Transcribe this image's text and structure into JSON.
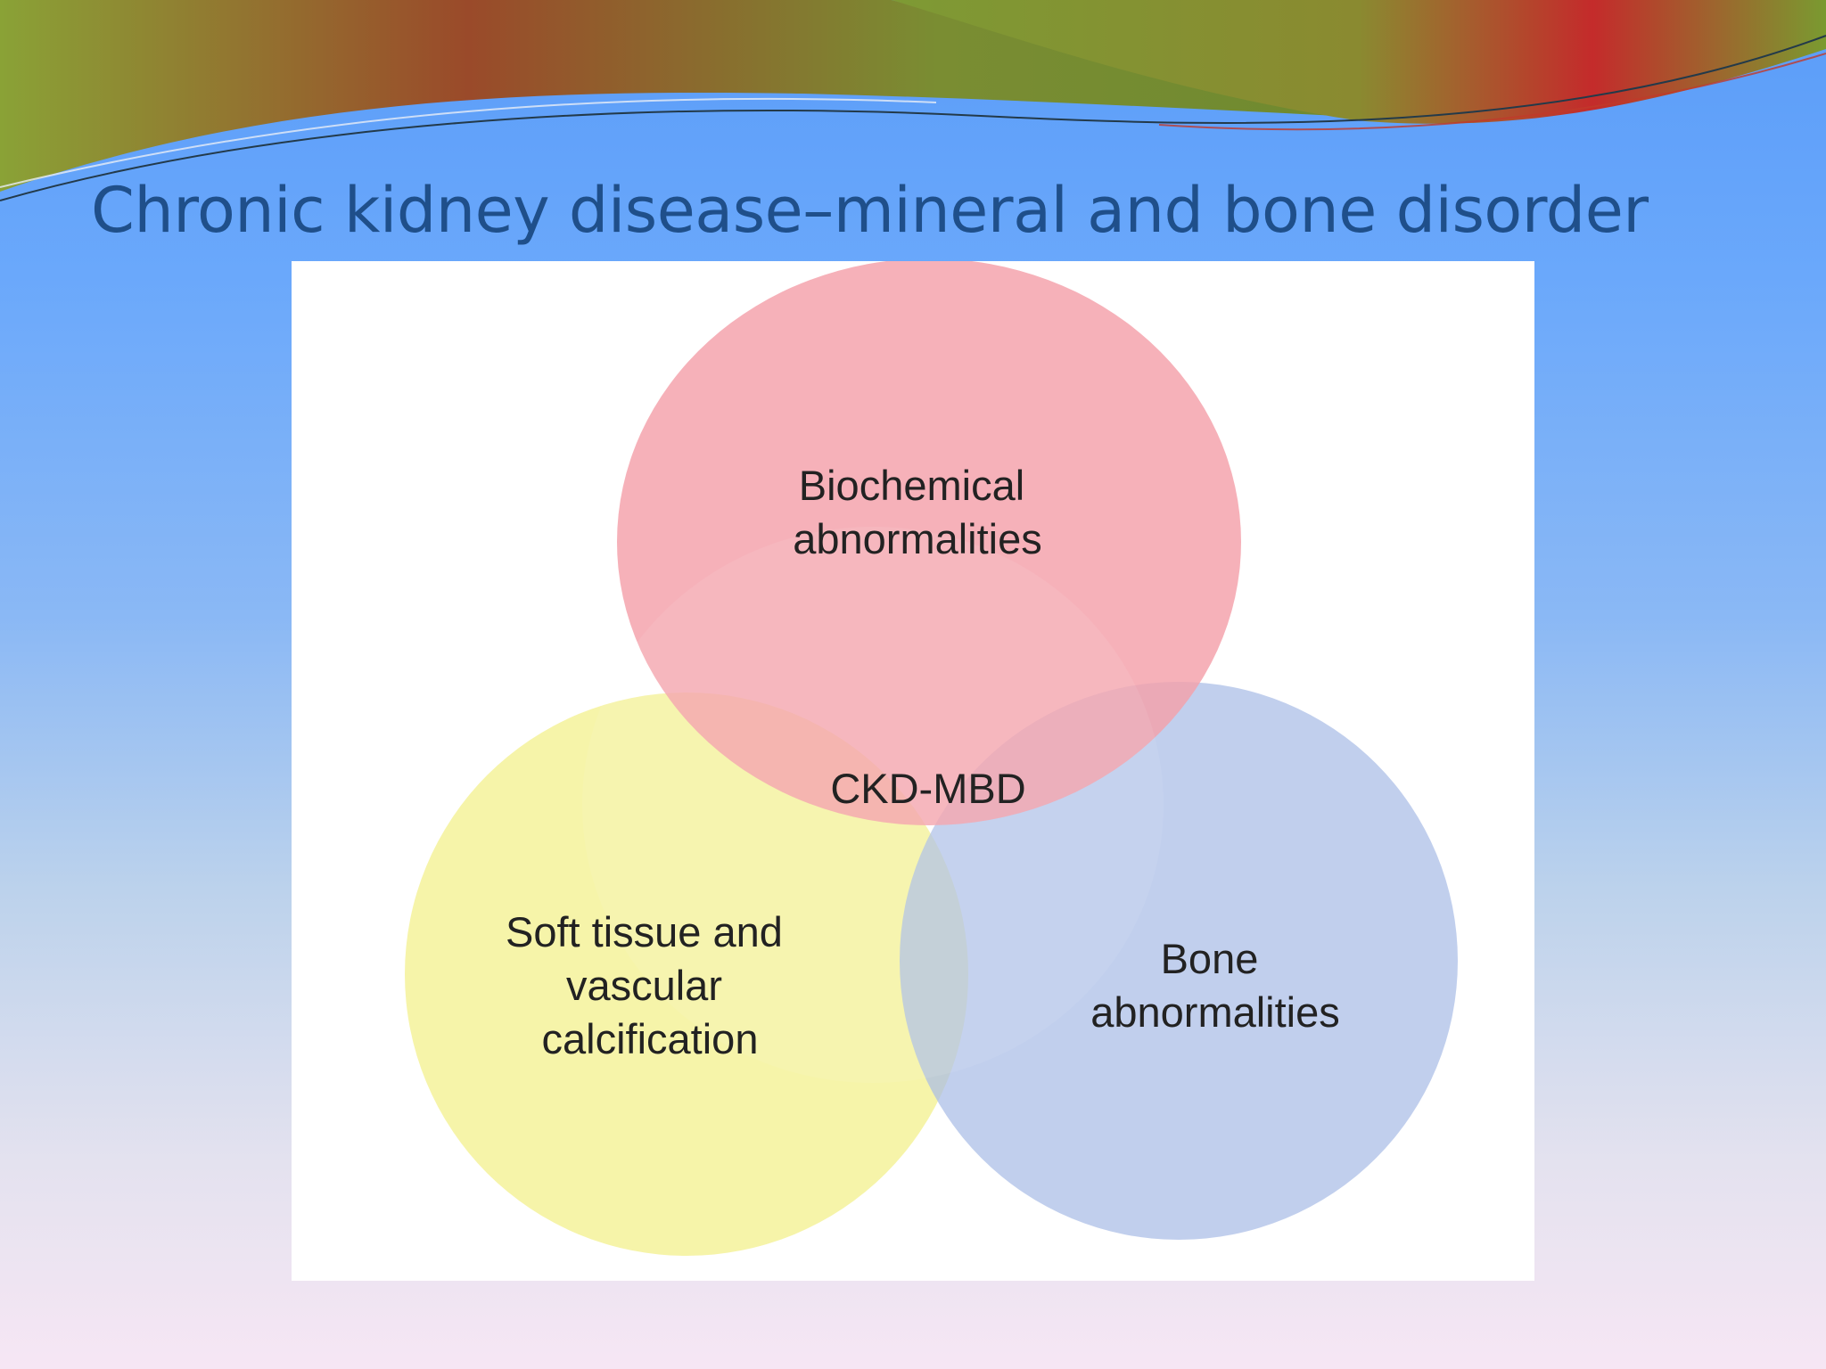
{
  "slide": {
    "title": "Chronic kidney disease–mineral and bone disorder"
  },
  "diagram": {
    "type": "venn",
    "sets": [
      {
        "lines": [
          "Biochemical",
          "abnormalities"
        ],
        "color": "#f4a0aa"
      },
      {
        "lines": [
          "Soft tissue and",
          "vascular",
          "calcification"
        ],
        "color": "#f5f29a"
      },
      {
        "lines": [
          "Bone",
          "abnormalities"
        ],
        "color": "#a9bde6"
      }
    ],
    "center_label": "CKD-MBD"
  },
  "colors": {
    "title": "#1f4f8a",
    "banner_red": "#c0392b",
    "banner_green": "#7a9a30"
  }
}
